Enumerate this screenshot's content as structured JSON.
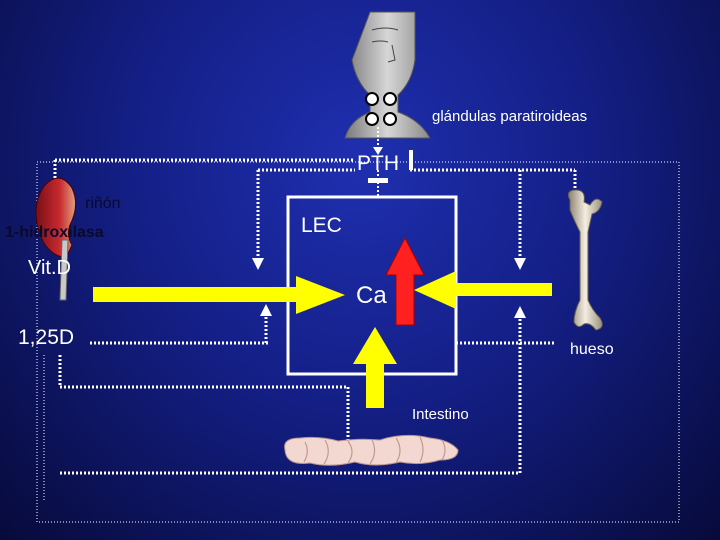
{
  "labels": {
    "parathyroid": "glándulas paratiroideas",
    "pth": "PTH",
    "kidney": "riñón",
    "enzyme": "1-hidroxilasa",
    "vitd": "Vit.D",
    "calcitriol": "1,25D",
    "lec": "LEC",
    "calcium": "Ca",
    "bone": "hueso",
    "intestine": "Intestino"
  },
  "colors": {
    "background": "#141f86",
    "arrow_yellow": "#ffff00",
    "arrow_red": "#ff2020",
    "dotted_line": "#ffffff",
    "box_border": "#ffffff",
    "gland": "#ffffff"
  },
  "icons": [
    "head-neck-figure",
    "kidney-icon",
    "femur-bone-icon",
    "intestine-icon"
  ]
}
